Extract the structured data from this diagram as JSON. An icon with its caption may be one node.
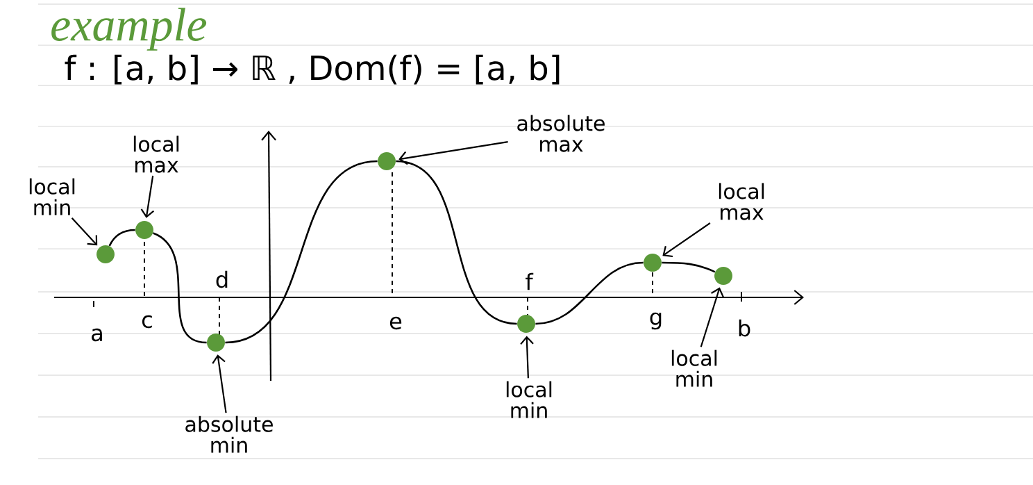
{
  "diagram": {
    "title": "example",
    "nodes": [
      {
        "text": [
          "local min"
        ]
      },
      {
        "text": [
          "local max"
        ]
      },
      {
        "text": [
          "absolute min"
        ]
      },
      {
        "text": [
          "absolute max"
        ]
      },
      {
        "text": [
          "local min"
        ]
      },
      {
        "text": [
          "local max"
        ]
      },
      {
        "text": [
          "local min"
        ]
      },
      {
        "text": [],
        "shape": "circle"
      },
      {
        "text": [],
        "shape": "circle"
      },
      {
        "text": [],
        "shape": "circle"
      },
      {
        "text": [],
        "shape": "circle"
      },
      {
        "text": [],
        "shape": "circle"
      },
      {
        "text": [],
        "shape": "circle"
      },
      {
        "text": [],
        "shape": "circle"
      }
    ],
    "edges": [
      {
        "from": 0,
        "to": 7,
        "arrow": "to"
      },
      {
        "from": 1,
        "to": 8,
        "arrow": "to"
      },
      {
        "from": 2,
        "to": 9,
        "arrow": "to"
      },
      {
        "from": 3,
        "to": 10,
        "arrow": "to"
      },
      {
        "from": 4,
        "to": 11,
        "arrow": "to"
      },
      {
        "from": 5,
        "to": 12,
        "arrow": "to"
      },
      {
        "from": 6,
        "to": 13,
        "arrow": "to"
      },
      {
        "from": 7,
        "to": 8,
        "arrow": "none"
      },
      {
        "from": 8,
        "to": 9,
        "arrow": "none"
      },
      {
        "from": 9,
        "to": 10,
        "arrow": "none"
      },
      {
        "from": 10,
        "to": 11,
        "arrow": "none"
      },
      {
        "from": 11,
        "to": 12,
        "arrow": "none"
      },
      {
        "from": 12,
        "to": 13,
        "arrow": "none"
      }
    ],
    "labels": [
      "f : [a, b] → ℝ ,  Dom(f) = [a, b]",
      "d",
      "f",
      "a",
      "c",
      "e",
      "g",
      "b"
    ]
  }
}
